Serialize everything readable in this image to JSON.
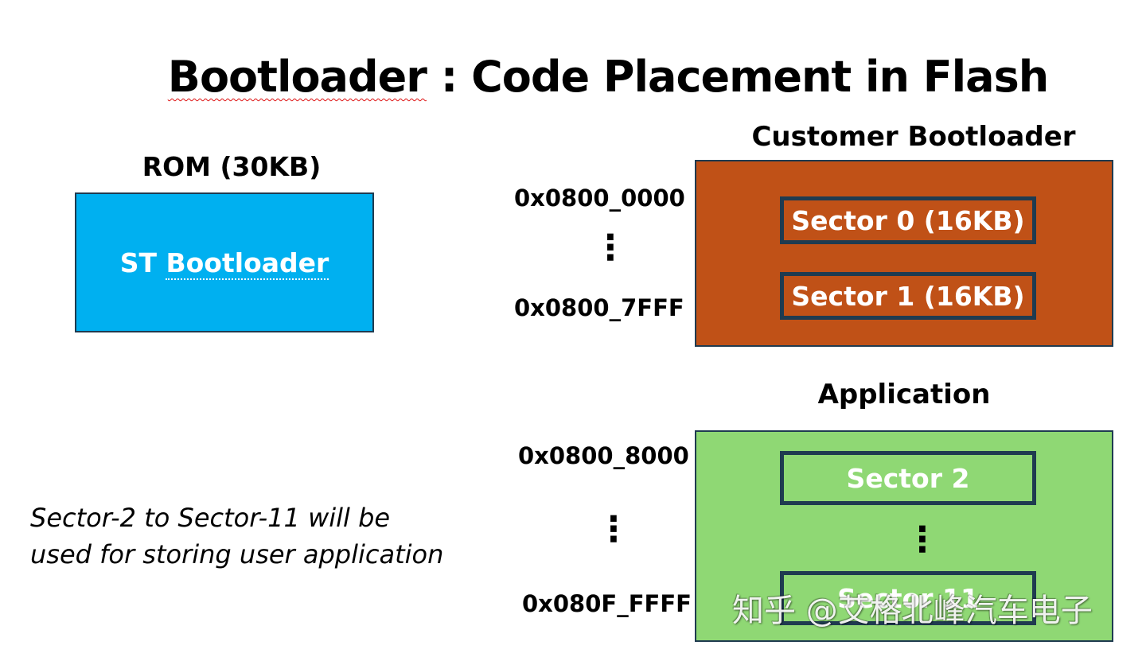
{
  "title": {
    "part1": "Bootloader",
    "part2": " : Code Placement in Flash"
  },
  "rom": {
    "label": "ROM (30KB)",
    "box_label_prefix": "ST ",
    "box_label_word": "Bootloader"
  },
  "addresses": {
    "cust_start": "0x0800_0000",
    "cust_end": "0x0800_7FFF",
    "app_start": "0x0800_8000",
    "app_end": "0x080F_FFFF",
    "ellipsis": "⋮"
  },
  "customer_bootloader": {
    "title": "Customer Bootloader",
    "sectors": [
      "Sector 0 (16KB)",
      "Sector 1 (16KB)"
    ],
    "color": "#c05117"
  },
  "application": {
    "title": "Application",
    "sectors": [
      "Sector 2",
      "Sector 11"
    ],
    "color": "#8fd874"
  },
  "rom_color": "#00b0f0",
  "note": {
    "line1": "Sector-2 to Sector-11 will be",
    "line2": "used for storing user application"
  },
  "watermark": "知乎 @艾格北峰汽车电子"
}
